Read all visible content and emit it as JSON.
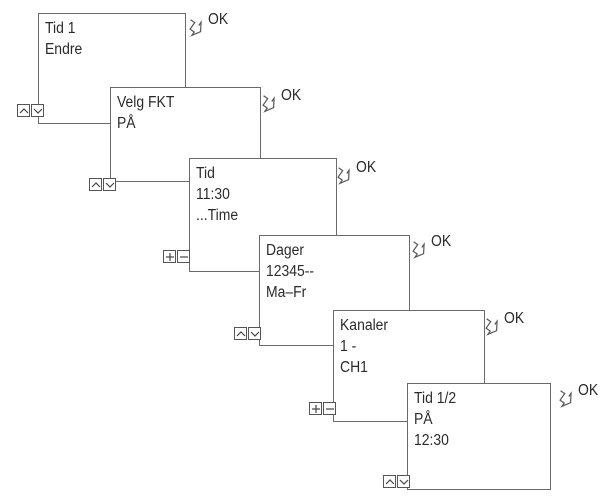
{
  "ok_label": "OK",
  "screens": [
    {
      "lines": [
        "Tid 1",
        "Endre"
      ],
      "keys": [
        "up",
        "down"
      ]
    },
    {
      "lines": [
        "Velg FKT",
        "PÅ"
      ],
      "keys": [
        "up",
        "down"
      ]
    },
    {
      "lines": [
        "Tid",
        "11:30",
        "...Time"
      ],
      "keys": [
        "plus",
        "minus"
      ]
    },
    {
      "lines": [
        "Dager",
        "12345--",
        "Ma–Fr"
      ],
      "keys": [
        "up",
        "down"
      ]
    },
    {
      "lines": [
        "Kanaler",
        "1 -",
        "CH1"
      ],
      "keys": [
        "plus",
        "minus"
      ]
    },
    {
      "lines": [
        "Tid 1/2",
        "PÅ",
        "12:30"
      ],
      "keys": [
        "up",
        "down"
      ]
    }
  ]
}
